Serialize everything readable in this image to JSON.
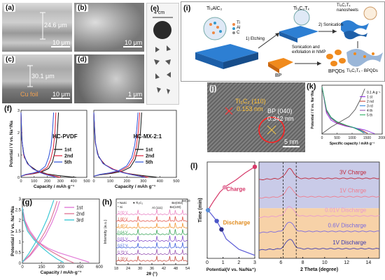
{
  "panel_labels": {
    "a": "(a)",
    "b": "(b)",
    "c": "(c)",
    "d": "(d)",
    "e": "(e)",
    "f": "(f)",
    "g": "(g)",
    "h": "(h)",
    "i": "(i)",
    "j": "(j)",
    "k": "(k)",
    "l": "(l)"
  },
  "sem": {
    "a_thickness": "24.6 μm",
    "a_scale": "10 μm",
    "b_scale": "10 μm",
    "c_thickness": "30.1 μm",
    "c_foil": "Cu foil",
    "c_scale": "10 μm",
    "d_scale": "1 μm"
  },
  "photo_e": {
    "size": "4 cm"
  },
  "schematic_i": {
    "max_label": "Ti₃AlC₂",
    "ti3c2tx": "Ti₃C₂Tₓ",
    "nanosheets": "Ti₃C₂Tₓ nanosheets",
    "legend": [
      "Ti",
      "Al",
      "C"
    ],
    "step1": "1) Etching",
    "step2": "2) Sonication",
    "step3": "Sonication and exfoliation in NMP",
    "bp": "BP",
    "bpqds": "BPQDs",
    "product": "Ti₃C₂Tₓ - BPQDs"
  },
  "hrtem_j": {
    "lattice1": "Ti₃C₂ (110)",
    "d1": "0.153 nm",
    "lattice2": "BP (040)",
    "d2": "0.342 nm",
    "scale": "5 nm"
  },
  "colors": {
    "c1": "#111111",
    "c2": "#e0203a",
    "c3": "#2a4fd8",
    "g1": "#e27bd7",
    "g2": "#e07a9a",
    "g3": "#3fc9d6",
    "k1": "#8b2be2",
    "k2": "#c0392b",
    "k3": "#2e86de",
    "k4": "#8e44ad",
    "k5": "#27ae60"
  },
  "chart_data": [
    {
      "id": "f-left",
      "type": "line",
      "title": "HC-PVDF",
      "xlabel": "Capacity / mAh g⁻¹",
      "ylabel": "Potential / V vs. Na⁺/Na",
      "xlim": [
        0,
        500
      ],
      "ylim": [
        0,
        3
      ],
      "xticks": [
        0,
        100,
        200,
        300,
        400,
        500
      ],
      "yticks": [
        0,
        1,
        2,
        3
      ],
      "legend": [
        "1st",
        "2nd",
        "5th"
      ],
      "series": [
        {
          "name": "1st",
          "discharge": [
            [
              0,
              2.9
            ],
            [
              8,
              1.6
            ],
            [
              25,
              0.9
            ],
            [
              60,
              0.55
            ],
            [
              120,
              0.3
            ],
            [
              200,
              0.15
            ],
            [
              280,
              0.08
            ],
            [
              330,
              0.05
            ],
            [
              380,
              0.02
            ],
            [
              420,
              0.0
            ]
          ],
          "charge": [
            [
              0,
              0.05
            ],
            [
              40,
              0.12
            ],
            [
              100,
              0.17
            ],
            [
              160,
              0.25
            ],
            [
              210,
              0.4
            ],
            [
              240,
              0.7
            ],
            [
              260,
              1.2
            ],
            [
              275,
              1.9
            ],
            [
              285,
              2.9
            ]
          ]
        },
        {
          "name": "2nd",
          "discharge": [
            [
              0,
              2.9
            ],
            [
              6,
              1.7
            ],
            [
              20,
              1.0
            ],
            [
              50,
              0.6
            ],
            [
              100,
              0.35
            ],
            [
              170,
              0.18
            ],
            [
              230,
              0.09
            ],
            [
              270,
              0.04
            ],
            [
              300,
              0.0
            ]
          ],
          "charge": [
            [
              0,
              0.05
            ],
            [
              40,
              0.12
            ],
            [
              100,
              0.18
            ],
            [
              150,
              0.26
            ],
            [
              200,
              0.45
            ],
            [
              225,
              0.8
            ],
            [
              245,
              1.3
            ],
            [
              258,
              2.0
            ],
            [
              265,
              2.9
            ]
          ]
        },
        {
          "name": "5th",
          "discharge": [
            [
              0,
              2.9
            ],
            [
              5,
              1.8
            ],
            [
              18,
              1.1
            ],
            [
              45,
              0.65
            ],
            [
              90,
              0.38
            ],
            [
              150,
              0.2
            ],
            [
              200,
              0.1
            ],
            [
              240,
              0.05
            ],
            [
              265,
              0.0
            ]
          ],
          "charge": [
            [
              0,
              0.05
            ],
            [
              35,
              0.13
            ],
            [
              90,
              0.19
            ],
            [
              140,
              0.28
            ],
            [
              185,
              0.5
            ],
            [
              210,
              0.9
            ],
            [
              228,
              1.4
            ],
            [
              240,
              2.1
            ],
            [
              248,
              2.9
            ]
          ]
        }
      ]
    },
    {
      "id": "f-right",
      "type": "line",
      "title": "HC-MX-2:1",
      "xlabel": "Capacity / mAh g⁻¹",
      "xlim": [
        0,
        500
      ],
      "ylim": [
        0,
        3
      ],
      "xticks": [
        0,
        100,
        200,
        300,
        400,
        500
      ],
      "legend": [
        "1st",
        "2nd",
        "5th"
      ],
      "series": [
        {
          "name": "1st",
          "discharge": [
            [
              0,
              2.9
            ],
            [
              10,
              1.5
            ],
            [
              30,
              0.9
            ],
            [
              70,
              0.55
            ],
            [
              130,
              0.32
            ],
            [
              200,
              0.18
            ],
            [
              270,
              0.1
            ],
            [
              330,
              0.05
            ],
            [
              380,
              0.01
            ]
          ],
          "charge": [
            [
              0,
              0.05
            ],
            [
              40,
              0.12
            ],
            [
              110,
              0.18
            ],
            [
              170,
              0.27
            ],
            [
              220,
              0.45
            ],
            [
              250,
              0.8
            ],
            [
              268,
              1.3
            ],
            [
              282,
              2.0
            ],
            [
              290,
              2.9
            ]
          ]
        },
        {
          "name": "2nd",
          "discharge": [
            [
              0,
              2.9
            ],
            [
              8,
              1.6
            ],
            [
              25,
              1.0
            ],
            [
              60,
              0.6
            ],
            [
              120,
              0.36
            ],
            [
              190,
              0.2
            ],
            [
              250,
              0.1
            ],
            [
              300,
              0.04
            ],
            [
              330,
              0.0
            ]
          ],
          "charge": [
            [
              0,
              0.05
            ],
            [
              40,
              0.13
            ],
            [
              100,
              0.19
            ],
            [
              160,
              0.29
            ],
            [
              210,
              0.5
            ],
            [
              240,
              0.85
            ],
            [
              258,
              1.4
            ],
            [
              270,
              2.1
            ],
            [
              278,
              2.9
            ]
          ]
        },
        {
          "name": "5th",
          "discharge": [
            [
              0,
              2.9
            ],
            [
              7,
              1.7
            ],
            [
              22,
              1.05
            ],
            [
              55,
              0.62
            ],
            [
              110,
              0.37
            ],
            [
              175,
              0.21
            ],
            [
              235,
              0.11
            ],
            [
              280,
              0.05
            ],
            [
              310,
              0.0
            ]
          ],
          "charge": [
            [
              0,
              0.05
            ],
            [
              38,
              0.13
            ],
            [
              95,
              0.2
            ],
            [
              150,
              0.3
            ],
            [
              200,
              0.52
            ],
            [
              230,
              0.9
            ],
            [
              248,
              1.45
            ],
            [
              260,
              2.15
            ],
            [
              268,
              2.9
            ]
          ]
        }
      ]
    },
    {
      "id": "g",
      "type": "line",
      "xlabel": "Capacity / mAh·g⁻¹",
      "ylabel": "Potential / V vs. Na⁺/Na",
      "xlim": [
        0,
        600
      ],
      "ylim": [
        0,
        3.0
      ],
      "xticks": [
        0,
        150,
        300,
        450,
        600
      ],
      "yticks": [
        0.0,
        0.5,
        1.0,
        1.5,
        2.0,
        2.5,
        3.0
      ],
      "legend": [
        "1st",
        "2nd",
        "3rd"
      ],
      "series": [
        {
          "name": "1st",
          "discharge": [
            [
              0,
              2.6
            ],
            [
              20,
              2.0
            ],
            [
              60,
              1.5
            ],
            [
              120,
              1.0
            ],
            [
              200,
              0.7
            ],
            [
              280,
              0.5
            ],
            [
              360,
              0.35
            ],
            [
              440,
              0.2
            ],
            [
              520,
              0.05
            ]
          ],
          "charge": [
            [
              0,
              0.05
            ],
            [
              60,
              0.35
            ],
            [
              120,
              0.8
            ],
            [
              180,
              1.3
            ],
            [
              230,
              1.9
            ],
            [
              270,
              2.5
            ],
            [
              290,
              2.9
            ]
          ]
        },
        {
          "name": "2nd",
          "discharge": [
            [
              0,
              2.6
            ],
            [
              15,
              2.0
            ],
            [
              50,
              1.5
            ],
            [
              100,
              1.1
            ],
            [
              170,
              0.75
            ],
            [
              240,
              0.5
            ],
            [
              300,
              0.3
            ],
            [
              360,
              0.12
            ],
            [
              400,
              0.02
            ]
          ],
          "charge": [
            [
              0,
              0.05
            ],
            [
              60,
              0.4
            ],
            [
              120,
              0.9
            ],
            [
              175,
              1.45
            ],
            [
              220,
              2.0
            ],
            [
              255,
              2.6
            ],
            [
              270,
              2.9
            ]
          ]
        },
        {
          "name": "3rd",
          "discharge": [
            [
              0,
              2.6
            ],
            [
              12,
              2.0
            ],
            [
              40,
              1.5
            ],
            [
              90,
              1.1
            ],
            [
              150,
              0.75
            ],
            [
              210,
              0.45
            ],
            [
              270,
              0.2
            ],
            [
              320,
              0.04
            ]
          ],
          "charge": [
            [
              0,
              0.05
            ],
            [
              50,
              0.45
            ],
            [
              100,
              0.95
            ],
            [
              150,
              1.5
            ],
            [
              195,
              2.1
            ],
            [
              230,
              2.7
            ],
            [
              245,
              2.95
            ]
          ]
        }
      ]
    },
    {
      "id": "h",
      "type": "line",
      "xlabel": "2θ (°)",
      "ylabel": "Intensity (a.u.)",
      "xlim": [
        18,
        54
      ],
      "xticks": [
        18,
        24,
        30,
        36,
        42,
        48,
        54
      ],
      "legend_markers": [
        "• NaSi",
        "* Si",
        "♥ Ti₃C₂"
      ],
      "peak_labels": [
        "Al (111)",
        "Be(002)",
        "Be(100)",
        "Be(101)"
      ],
      "traces": [
        "3.00 V",
        "1.80 V",
        "1.40 V",
        "0.64 V",
        "0.01 V",
        "0.57 V",
        "0.79 V",
        "1.20 V"
      ]
    },
    {
      "id": "k",
      "type": "line",
      "xlabel": "Specific capacity / mAh g⁻¹",
      "ylabel": "Potential / V vs. Na⁺/Na",
      "xlim": [
        0,
        2000
      ],
      "ylim": [
        0,
        2.8
      ],
      "xticks": [
        0,
        500,
        1000,
        1500,
        2000
      ],
      "legend": [
        "0.1 A g⁻¹",
        "1 st",
        "2 nd",
        "3 rd",
        "4 th",
        "5 th"
      ],
      "series": [
        {
          "name": "1 st",
          "x": [
            0,
            150,
            300,
            500,
            800,
            1100,
            1400,
            1600,
            1750
          ],
          "y": [
            2.7,
            1.2,
            0.8,
            0.6,
            0.45,
            0.35,
            0.25,
            0.12,
            0.02
          ]
        },
        {
          "name": "2 nd",
          "x": [
            0,
            150,
            300,
            500,
            800,
            1100,
            1350,
            1500
          ],
          "y": [
            2.7,
            1.3,
            0.9,
            0.65,
            0.48,
            0.35,
            0.2,
            0.05
          ]
        },
        {
          "name": "3 rd",
          "x": [
            0,
            150,
            300,
            500,
            800,
            1100,
            1300,
            1450
          ],
          "y": [
            2.7,
            1.35,
            0.92,
            0.68,
            0.5,
            0.36,
            0.2,
            0.06
          ]
        },
        {
          "name": "4 th",
          "x": [
            0,
            150,
            300,
            500,
            800,
            1050,
            1250,
            1400
          ],
          "y": [
            2.7,
            1.38,
            0.95,
            0.7,
            0.5,
            0.36,
            0.2,
            0.06
          ]
        },
        {
          "name": "5 th",
          "x": [
            0,
            150,
            300,
            500,
            800,
            1050,
            1250,
            1380
          ],
          "y": [
            2.7,
            1.4,
            0.97,
            0.71,
            0.51,
            0.37,
            0.21,
            0.06
          ]
        },
        {
          "name": "charge",
          "x": [
            0,
            300,
            600,
            900,
            1100,
            1250,
            1350,
            1420
          ],
          "y": [
            0.02,
            0.4,
            0.7,
            1.0,
            1.4,
            1.9,
            2.3,
            2.6
          ]
        }
      ]
    },
    {
      "id": "l-left",
      "type": "line",
      "xlabel": "Potential(V vs. Na/Na⁺)",
      "ylabel": "Time (min)",
      "xlim": [
        0,
        3
      ],
      "xticks": [
        0,
        1,
        2,
        3
      ],
      "labels": [
        "Charge",
        "Discharge"
      ],
      "discharge": [
        [
          3,
          5
        ],
        [
          2,
          15
        ],
        [
          1.2,
          32
        ],
        [
          0.9,
          48
        ],
        [
          0.6,
          62
        ],
        [
          0.3,
          72
        ],
        [
          0.05,
          80
        ]
      ],
      "charge": [
        [
          0.05,
          80
        ],
        [
          0.4,
          95
        ],
        [
          0.8,
          110
        ],
        [
          1.2,
          120
        ],
        [
          1.8,
          130
        ],
        [
          2.4,
          142
        ],
        [
          3,
          152
        ]
      ]
    },
    {
      "id": "l-right",
      "type": "line",
      "xlabel": "2 Theta (degree)",
      "xlim": [
        4,
        15
      ],
      "xticks": [
        6,
        8,
        10,
        12,
        14
      ],
      "traces": [
        "3V Charge",
        "1V Charge",
        "0.01V Discharge",
        "0.6V Discharge",
        "1V Discharge"
      ],
      "dashed_lines": [
        6.2,
        7.4
      ]
    }
  ]
}
